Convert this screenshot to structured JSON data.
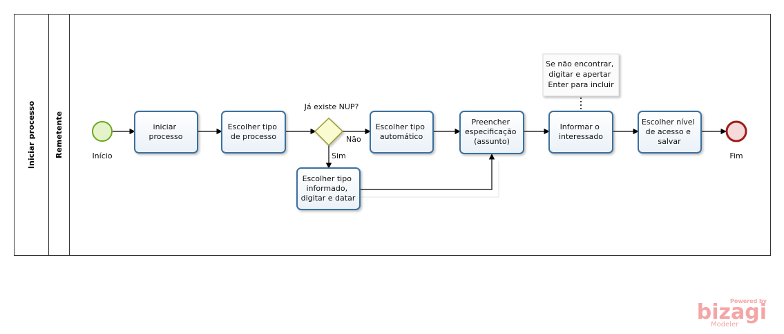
{
  "pool": {
    "label": "Iniciar processo"
  },
  "lane": {
    "label": "Remetente"
  },
  "events": {
    "start": {
      "label": "Início"
    },
    "end": {
      "label": "Fim"
    }
  },
  "gateway": {
    "question": "Já existe NUP?",
    "no_label": "Não",
    "yes_label": "Sim"
  },
  "tasks": {
    "iniciar": [
      "iniciar",
      "processo"
    ],
    "escolher_tipo": [
      "Escolher tipo",
      "de processo"
    ],
    "tipo_automatico": [
      "Escolher tipo",
      "automático"
    ],
    "tipo_informado": [
      "Escolher tipo",
      "informado,",
      "digitar e datar"
    ],
    "preencher": [
      "Preencher",
      "especificação",
      "(assunto)"
    ],
    "informar": [
      "Informar o",
      "interessado"
    ],
    "nivel_acesso": [
      "Escolher nível",
      "de acesso e",
      "salvar"
    ]
  },
  "annotation": [
    "Se não encontrar,",
    "digitar e apertar",
    "Enter para incluir"
  ],
  "branding": {
    "powered_by": "Powered by",
    "logo": "bizagi",
    "product": "Modeler"
  },
  "colors": {
    "task_border": "#3a6f9f",
    "start_fill": "#e4f3c9",
    "start_stroke": "#6aa81e",
    "end_fill": "#f6d9d9",
    "end_stroke": "#9e1b1b",
    "gateway_fill": "#fbfbd2",
    "gateway_stroke": "#9a9a2a",
    "brand": "#f4a6a6"
  }
}
